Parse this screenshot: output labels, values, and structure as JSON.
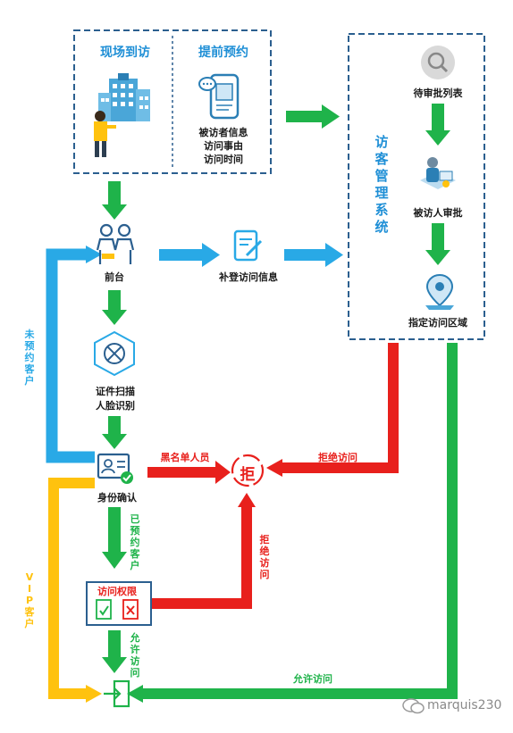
{
  "onsite": {
    "title": "现场到访"
  },
  "preorder": {
    "title": "提前预约",
    "info": [
      "被访者信息",
      "访问事由",
      "访问时间"
    ]
  },
  "system": {
    "title_chars": [
      "访",
      "客",
      "管",
      "理",
      "系",
      "统"
    ],
    "steps": [
      "待审批列表",
      "被访人审批",
      "指定访问区域"
    ]
  },
  "reception": {
    "label": "前台"
  },
  "supplement": {
    "label": "补登访问信息"
  },
  "scan": {
    "lines": [
      "证件扫描",
      "人脸识别"
    ]
  },
  "identity": {
    "label": "身份确认"
  },
  "access": {
    "label": "访问权限"
  },
  "reject_icon": {
    "char": "拒"
  },
  "labels": {
    "blacklist": "黑名单人员",
    "reject_top": "拒绝访问",
    "reject_vertical": [
      "拒",
      "绝",
      "访",
      "问"
    ],
    "preordered": [
      "已",
      "预",
      "约",
      "客",
      "户"
    ],
    "allow_vertical": [
      "允",
      "许",
      "访",
      "问"
    ],
    "allow_bottom": "允许访问",
    "not_preordered": [
      "未",
      "预",
      "约",
      "客",
      "户"
    ],
    "vip": [
      "V",
      "I",
      "P",
      "客",
      "户"
    ]
  },
  "watermark": "marquis230",
  "colors": {
    "blue_arrow": "#29a9e6",
    "green": "#1fb34a",
    "red": "#e8201c",
    "yellow": "#ffc20e",
    "dash": "#2b5f8f"
  }
}
